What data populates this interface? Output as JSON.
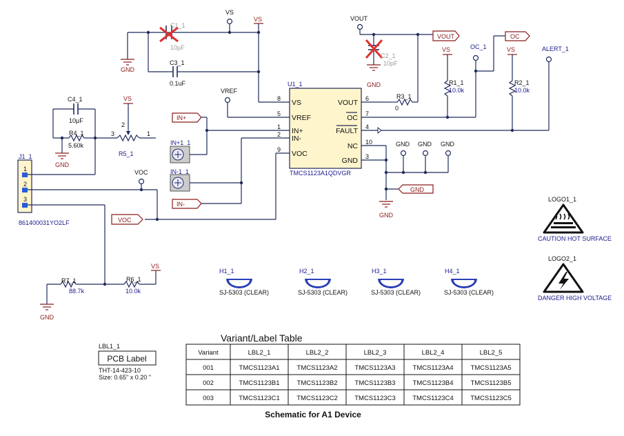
{
  "ic": {
    "ref": "U1_1",
    "part": "TMCS1123A1QDVGR",
    "pins_left": [
      {
        "num": "8",
        "name": "VS"
      },
      {
        "num": "5",
        "name": "VREF"
      },
      {
        "num": "1",
        "name": "IN+"
      },
      {
        "num": "2",
        "name": "IN-"
      },
      {
        "num": "9",
        "name": "VOC"
      }
    ],
    "pins_right": [
      {
        "num": "6",
        "name": "VOUT"
      },
      {
        "num": "7",
        "name": "OC"
      },
      {
        "num": "4",
        "name": "FAULT"
      },
      {
        "num": "10",
        "name": "NC"
      },
      {
        "num": "3",
        "name": "GND"
      }
    ]
  },
  "components": {
    "c1": {
      "ref": "C1_1",
      "value": "10µF"
    },
    "c2": {
      "ref": "C2_1",
      "value": "10pF"
    },
    "c3": {
      "ref": "C3_1",
      "value": "0.1uF"
    },
    "c4": {
      "ref": "C4_1",
      "value": "10µF"
    },
    "r1": {
      "ref": "R1_1",
      "value": "10.0k"
    },
    "r2": {
      "ref": "R2_1",
      "value": "10.0k"
    },
    "r3": {
      "ref": "R3_1",
      "value": "0"
    },
    "r4": {
      "ref": "R4_1",
      "value": "5.60k"
    },
    "r5": {
      "ref": "R5_1",
      "pin1": "1",
      "pin2": "2",
      "pin3": "3"
    },
    "r6": {
      "ref": "R6_1",
      "value": "10.0k"
    },
    "r7": {
      "ref": "R7_1",
      "value": "88.7k"
    },
    "j1": {
      "ref": "J1_1",
      "part": "861400031YO2LF",
      "pins": [
        "1",
        "2",
        "3"
      ]
    },
    "in_plus_term": {
      "ref": "IN+1_1"
    },
    "in_minus_term": {
      "ref": "IN-1_1"
    }
  },
  "nets": {
    "vs": "VS",
    "vout": "VOUT",
    "vref": "VREF",
    "voc": "VOC",
    "oc": "OC",
    "oc_1": "OC_1",
    "alert_1": "ALERT_1",
    "gnd": "GND",
    "in_plus": "IN+",
    "in_minus": "IN-"
  },
  "hardware": [
    {
      "ref": "H1_1",
      "part": "SJ-5303 (CLEAR)"
    },
    {
      "ref": "H2_1",
      "part": "SJ-5303 (CLEAR)"
    },
    {
      "ref": "H3_1",
      "part": "SJ-5303 (CLEAR)"
    },
    {
      "ref": "H4_1",
      "part": "SJ-5303 (CLEAR)"
    }
  ],
  "logos": [
    {
      "ref": "LOGO1_1",
      "caption": "CAUTION HOT SURFACE"
    },
    {
      "ref": "LOGO2_1",
      "caption": "DANGER HIGH VOLTAGE"
    }
  ],
  "label": {
    "ref": "LBL1_1",
    "title": "PCB Label",
    "part": "THT-14-423-10",
    "size": "Size: 0.65\" x 0.20 \""
  },
  "table": {
    "title": "Variant/Label Table",
    "headers": [
      "Variant",
      "LBL2_1",
      "LBL2_2",
      "LBL2_3",
      "LBL2_4",
      "LBL2_5"
    ],
    "rows": [
      [
        "001",
        "TMCS1123A1",
        "TMCS1123A2",
        "TMCS1123A3",
        "TMCS1123A4",
        "TMCS1123A5"
      ],
      [
        "002",
        "TMCS1123B1",
        "TMCS1123B2",
        "TMCS1123B3",
        "TMCS1123B4",
        "TMCS1123B5"
      ],
      [
        "003",
        "TMCS1123C1",
        "TMCS1123C2",
        "TMCS1123C3",
        "TMCS1123C4",
        "TMCS1123C5"
      ]
    ]
  },
  "footer": "Schematic for A1 Device"
}
